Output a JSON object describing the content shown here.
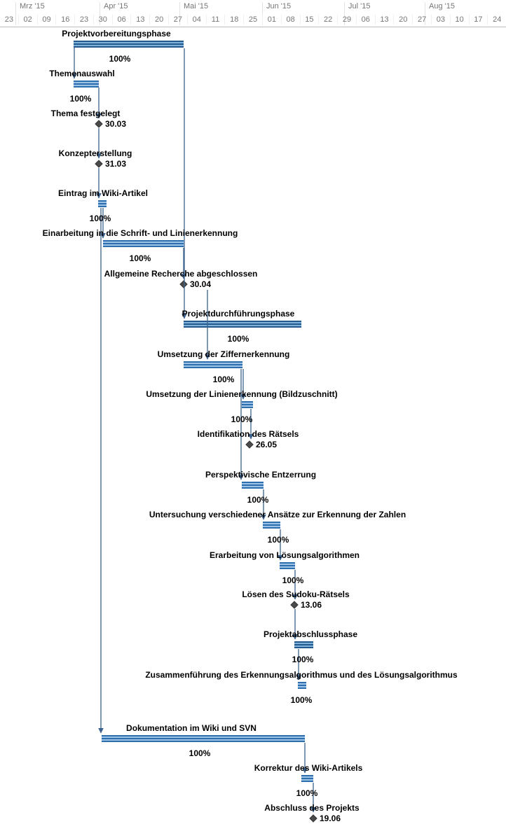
{
  "colors": {
    "bar_dark": "#2c6eae",
    "bar_light": "#9dc3e6",
    "summary_dark": "#24598c",
    "milestone": "#4a4a4a",
    "link_line": "#3c638e",
    "header_text": "#767676",
    "label_text": "#000000"
  },
  "chart_data": {
    "type": "bar",
    "subtype": "gantt",
    "title": "",
    "note": "Gantt chart; weekly time axis Feb-Aug 2015. Only milestone dates are labeled in the image; task start/end dates are estimated from the weekly gridlines.",
    "time_axis": {
      "unit": "weeks",
      "months": [
        "Mrz '15",
        "Apr '15",
        "Mai '15",
        "Jun '15",
        "Jul '15",
        "Aug '15"
      ],
      "tick_day_labels": [
        "23",
        "02",
        "09",
        "16",
        "23",
        "30",
        "06",
        "13",
        "20",
        "27",
        "04",
        "11",
        "18",
        "25",
        "01",
        "08",
        "15",
        "22",
        "29",
        "06",
        "13",
        "20",
        "27",
        "03",
        "10",
        "17",
        "24"
      ]
    },
    "tasks": [
      {
        "name": "Projektvorbereitungsphase",
        "kind": "summary",
        "progress": "100%",
        "start": "20.03",
        "end": "30.04"
      },
      {
        "name": "Themenauswahl",
        "kind": "task",
        "progress": "100%",
        "start": "20.03",
        "end": "30.03"
      },
      {
        "name": "Thema festgelegt",
        "kind": "milestone",
        "date": "30.03"
      },
      {
        "name": "Konzepterstellung",
        "kind": "milestone",
        "date": "31.03"
      },
      {
        "name": "Eintrag im Wiki-Artikel",
        "kind": "task",
        "progress": "100%",
        "start": "30.03",
        "end": "02.04"
      },
      {
        "name": "Einarbeitung in die Schrift- und Linienerkennung",
        "kind": "task",
        "progress": "100%",
        "start": "01.04",
        "end": "30.04"
      },
      {
        "name": "Allgemeine Recherche abgeschlossen",
        "kind": "milestone",
        "date": "30.04"
      },
      {
        "name": "Projektdurchführungsphase",
        "kind": "summary",
        "progress": "100%",
        "start": "30.04",
        "end": "15.06"
      },
      {
        "name": "Umsetzung der Ziffernerkennung",
        "kind": "task",
        "progress": "100%",
        "start": "30.04",
        "end": "23.05"
      },
      {
        "name": "Umsetzung der Linienerkennung (Bildzuschnitt)",
        "kind": "task",
        "progress": "100%",
        "start": "23.05",
        "end": "27.05"
      },
      {
        "name": "Identifikation des Rätsels",
        "kind": "milestone",
        "date": "26.05"
      },
      {
        "name": "Perspektivische Entzerrung",
        "kind": "task",
        "progress": "100%",
        "start": "23.05",
        "end": "31.05"
      },
      {
        "name": "Untersuchung verschiedener Ansätze zur Erkennung der Zahlen",
        "kind": "task",
        "progress": "100%",
        "start": "31.05",
        "end": "06.06"
      },
      {
        "name": "Erarbeitung von Lösungsalgorithmen",
        "kind": "task",
        "progress": "100%",
        "start": "06.06",
        "end": "13.06"
      },
      {
        "name": "Lösen des Sudoku-Rätsels",
        "kind": "milestone",
        "date": "13.06"
      },
      {
        "name": "Projektabschlussphase",
        "kind": "summary",
        "progress": "100%",
        "start": "13.06",
        "end": "19.06"
      },
      {
        "name": "Zusammenführung des Erkennungsalgorithmus und des Lösungsalgorithmus",
        "kind": "task",
        "progress": "100%",
        "start": "14.06",
        "end": "17.06"
      },
      {
        "name": "Dokumentation im Wiki und SVN",
        "kind": "task",
        "progress": "100%",
        "start": "31.03",
        "end": "17.06"
      },
      {
        "name": "Korrektur des Wiki-Artikels",
        "kind": "task",
        "progress": "100%",
        "start": "15.06",
        "end": "19.06"
      },
      {
        "name": "Abschluss des Projekts",
        "kind": "milestone",
        "date": "19.06"
      }
    ],
    "links": [
      [
        0,
        1
      ],
      [
        1,
        2
      ],
      [
        2,
        3
      ],
      [
        3,
        4
      ],
      [
        4,
        5
      ],
      [
        4,
        17
      ],
      [
        5,
        6
      ],
      [
        0,
        7
      ],
      [
        6,
        8
      ],
      [
        8,
        9
      ],
      [
        8,
        11
      ],
      [
        9,
        10
      ],
      [
        11,
        12
      ],
      [
        12,
        13
      ],
      [
        13,
        14
      ],
      [
        14,
        15
      ],
      [
        15,
        16
      ],
      [
        17,
        18
      ],
      [
        18,
        19
      ]
    ]
  }
}
